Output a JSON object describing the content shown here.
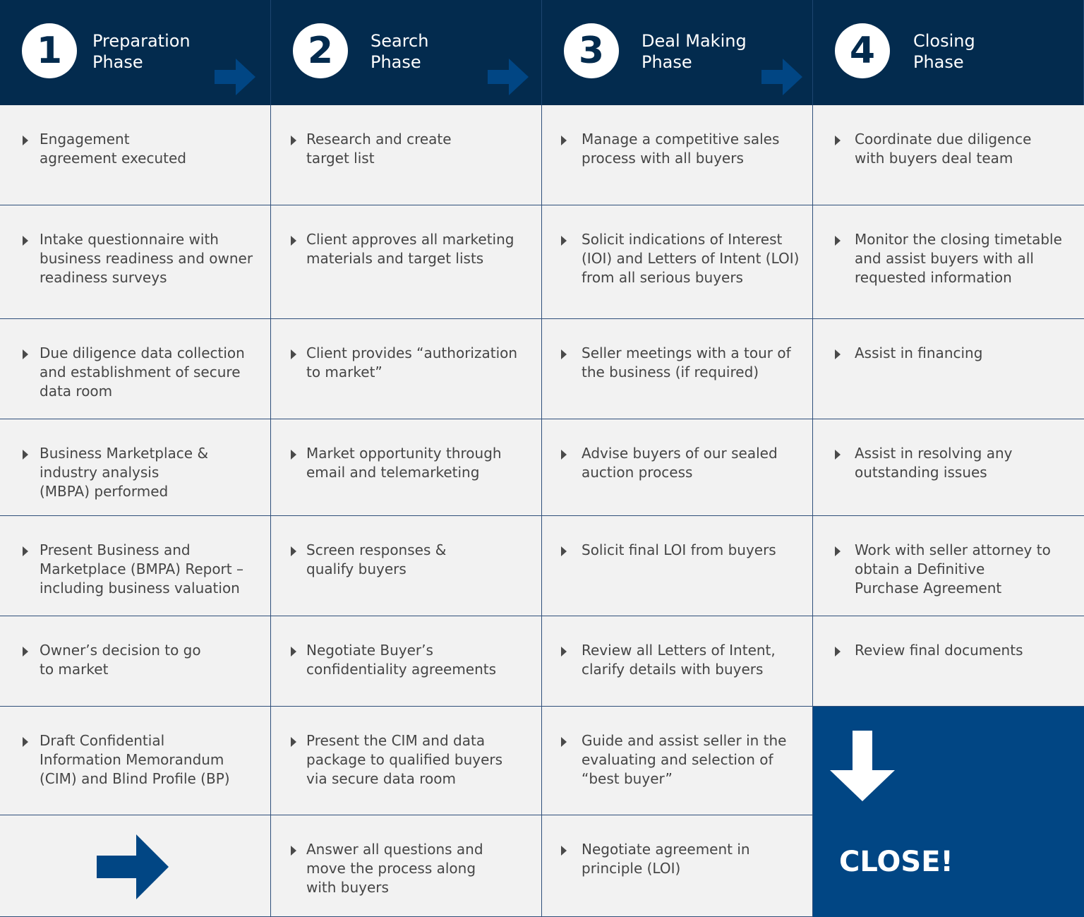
{
  "phases": [
    {
      "number": "1",
      "line1": "Preparation",
      "line2": "Phase"
    },
    {
      "number": "2",
      "line1": "Search",
      "line2": "Phase"
    },
    {
      "number": "3",
      "line1": "Deal Making",
      "line2": "Phase"
    },
    {
      "number": "4",
      "line1": "Closing",
      "line2": "Phase"
    }
  ],
  "rows": [
    [
      [
        "Engagement",
        "agreement executed"
      ],
      [
        "Research and create",
        "target list"
      ],
      [
        "Manage a competitive sales",
        "process with all buyers"
      ],
      [
        "Coordinate due diligence",
        "with buyers deal team"
      ]
    ],
    [
      [
        "Intake questionnaire with",
        "business readiness and owner",
        "readiness surveys"
      ],
      [
        "Client approves all marketing",
        "materials and target lists"
      ],
      [
        "Solicit indications of Interest",
        "(IOI) and Letters of Intent (LOI)",
        "from all serious buyers"
      ],
      [
        "Monitor the closing timetable",
        "and assist buyers with all",
        "requested information"
      ]
    ],
    [
      [
        "Due diligence data collection",
        "and establishment of secure",
        "data room"
      ],
      [
        "Client provides “authorization",
        "to market”"
      ],
      [
        "Seller meetings with a tour of",
        "the business (if required)"
      ],
      [
        "Assist in financing"
      ]
    ],
    [
      [
        "Business Marketplace &",
        "industry analysis",
        "(MBPA) performed"
      ],
      [
        "Market opportunity through",
        "email and telemarketing"
      ],
      [
        "Advise buyers of our sealed",
        "auction process"
      ],
      [
        "Assist in resolving any",
        "outstanding issues"
      ]
    ],
    [
      [
        "Present Business and",
        "Marketplace (BMPA) Report –",
        "including business valuation"
      ],
      [
        "Screen responses &",
        "qualify buyers"
      ],
      [
        "Solicit final LOI from buyers"
      ],
      [
        "Work with seller attorney to",
        "obtain a Definitive",
        "Purchase Agreement"
      ]
    ],
    [
      [
        "Owner’s decision to go",
        "to market"
      ],
      [
        "Negotiate Buyer’s",
        "confidentiality agreements"
      ],
      [
        "Review all Letters of Intent,",
        "clarify details with buyers"
      ],
      [
        "Review final documents"
      ]
    ],
    [
      [
        "Draft Confidential",
        "Information Memorandum",
        "(CIM) and Blind Profile (BP)"
      ],
      [
        "Present the CIM and data",
        "package to qualified buyers",
        "via secure data room"
      ],
      [
        "Guide and assist seller in the",
        "evaluating and selection of",
        "“best buyer”"
      ]
    ],
    [
      [],
      [
        "Answer all questions and",
        "move the process along",
        "with buyers"
      ],
      [
        "Negotiate agreement in",
        "principle (LOI)"
      ]
    ]
  ],
  "close_label": "CLOSE!",
  "colors": {
    "header_bg": "#032b4e",
    "cell_bg": "#f2f2f2",
    "grid_line": "#2f4f7a",
    "arrow_blue": "#014684",
    "close_bg": "#014684",
    "text": "#454545"
  }
}
